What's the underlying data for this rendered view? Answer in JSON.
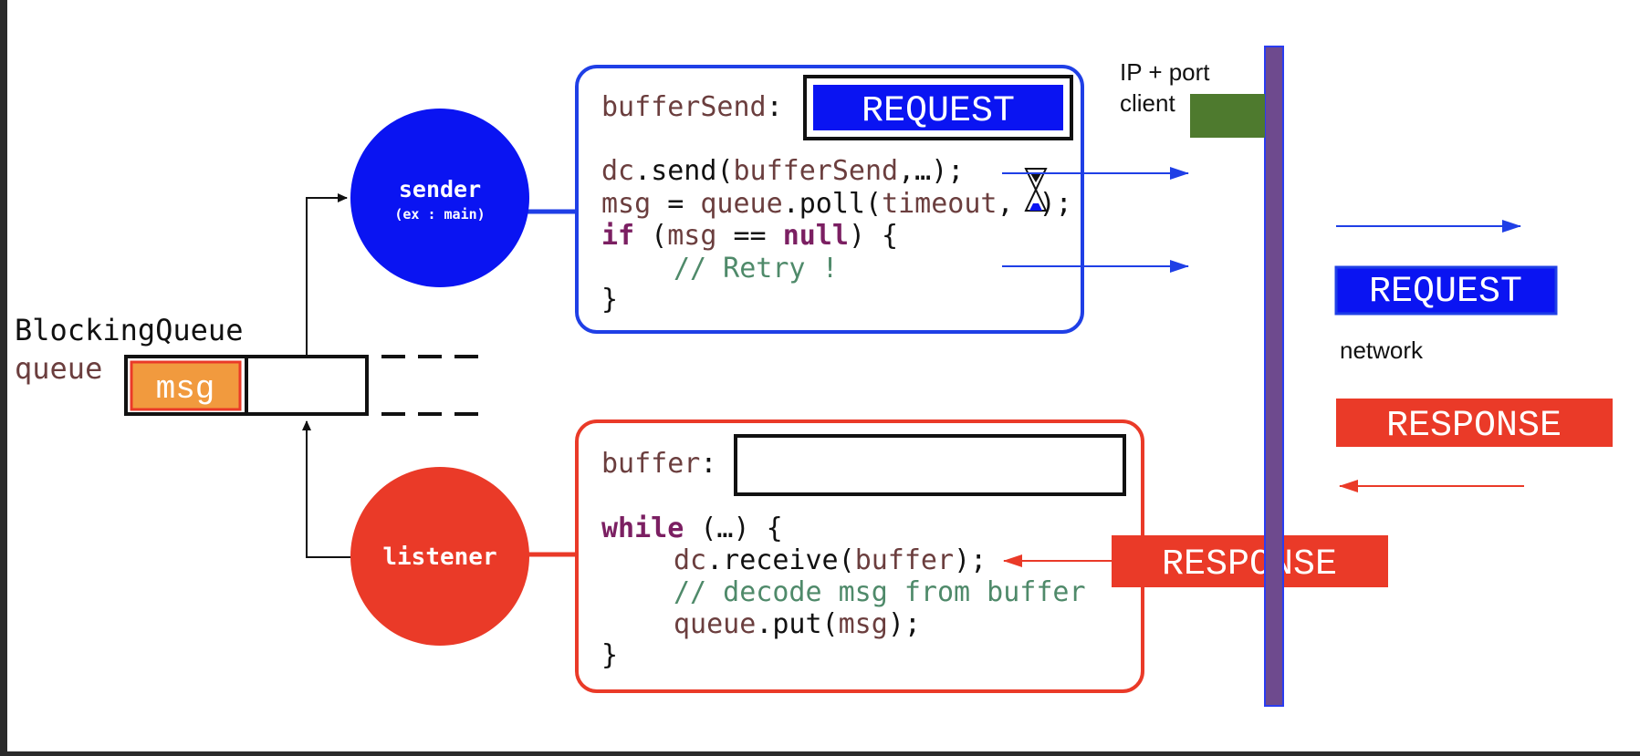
{
  "colors": {
    "frame": "#2b2b2b",
    "canvas": "#ffffff",
    "sender_blue": "#0a14f2",
    "sender_outline": "#1f3fe6",
    "listener_red": "#ea3a28",
    "network_purple": "#6e4a8e",
    "network_border": "#2a3cf0",
    "client_green": "#4e7a2e",
    "msg_orange": "#f19a3e",
    "var_brown": "#6b3e3e",
    "keyword_purple": "#7b1f62",
    "comment_green": "#4f8a6a",
    "text_dark": "#111111"
  },
  "queue": {
    "type_label": "BlockingQueue",
    "var_label": "queue",
    "msg_label": "msg"
  },
  "sender": {
    "title": "sender",
    "subtitle": "(ex : main)",
    "code": {
      "buf_var": "bufferSend",
      "colon": ":",
      "request_label": "REQUEST",
      "l1_obj": "dc",
      "l1_dot": ".",
      "l1_fn": "send",
      "l1_open": "(",
      "l1_arg": "bufferSend",
      "l1_rest": ",…);",
      "l2_var": "msg",
      "l2_eq": " = ",
      "l2_obj": "queue",
      "l2_fn": ".poll(",
      "l2_arg": "timeout",
      "l2_comma": ",",
      "l2_close": ");",
      "l3_kw": "if",
      "l3_open": " (",
      "l3_var": "msg",
      "l3_op": " == ",
      "l3_null": "null",
      "l3_close": ") {",
      "l4_comment": "// Retry !",
      "l5_brace": "}"
    }
  },
  "listener": {
    "title": "listener",
    "code": {
      "buf_var": "buffer",
      "colon": ":",
      "l1_kw": "while",
      "l1_rest": " (…) {",
      "l2_obj": "dc",
      "l2_fn": ".receive(",
      "l2_arg": "buffer",
      "l2_close": ");",
      "l3_comment": "// decode msg from buffer",
      "l4_obj": "queue",
      "l4_fn": ".put(",
      "l4_arg": "msg",
      "l4_close": ");",
      "l5_brace": "}"
    }
  },
  "network": {
    "client_line1": "IP + port",
    "client_line2": "client",
    "label": "network",
    "request_label": "REQUEST",
    "response_label": "RESPONSE",
    "incoming_response_label": "RESPONSE"
  }
}
